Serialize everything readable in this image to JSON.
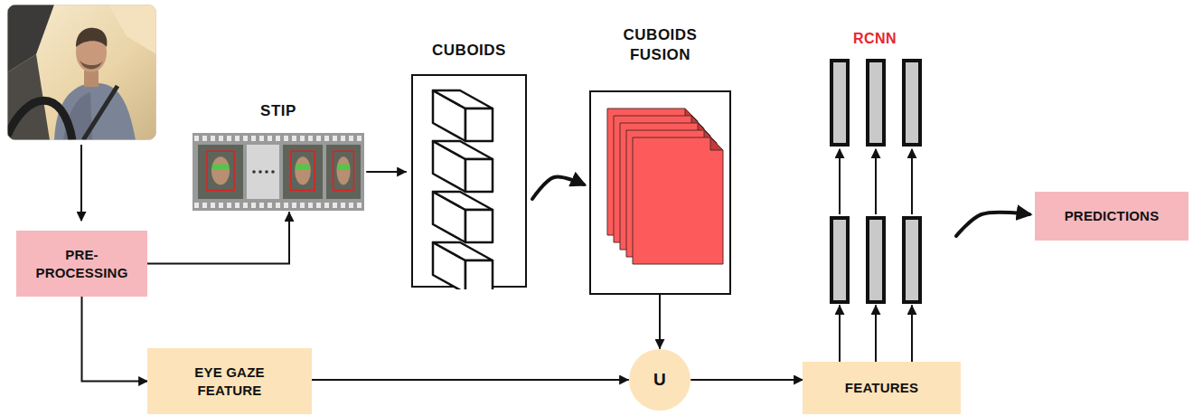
{
  "diagram": {
    "nodes": [
      {
        "text": [
          "PRE- PROCESSING"
        ]
      },
      {
        "text": [
          "STIP"
        ]
      },
      {
        "text": [
          "CUBOIDS"
        ]
      },
      {
        "text": [
          "CUBOIDS FUSION"
        ]
      },
      {
        "text": [
          "EYE GAZE FEATURE"
        ]
      },
      {
        "text": [
          "U"
        ]
      },
      {
        "text": [
          "FEATURES"
        ]
      },
      {
        "text": [
          "RCNN"
        ]
      },
      {
        "text": [
          "PREDICTIONS"
        ]
      }
    ],
    "edges": [
      {
        "from": 0,
        "to": 1,
        "arrow": "to"
      },
      {
        "from": 1,
        "to": 2,
        "arrow": "to"
      },
      {
        "from": 2,
        "to": 3,
        "arrow": "to"
      },
      {
        "from": 3,
        "to": 5,
        "arrow": "to"
      },
      {
        "from": 0,
        "to": 4,
        "arrow": "to"
      },
      {
        "from": 4,
        "to": 5,
        "arrow": "to"
      },
      {
        "from": 5,
        "to": 6,
        "arrow": "to"
      },
      {
        "from": 6,
        "to": 7,
        "arrow": "to"
      },
      {
        "from": 7,
        "to": 8,
        "arrow": "to"
      }
    ]
  }
}
